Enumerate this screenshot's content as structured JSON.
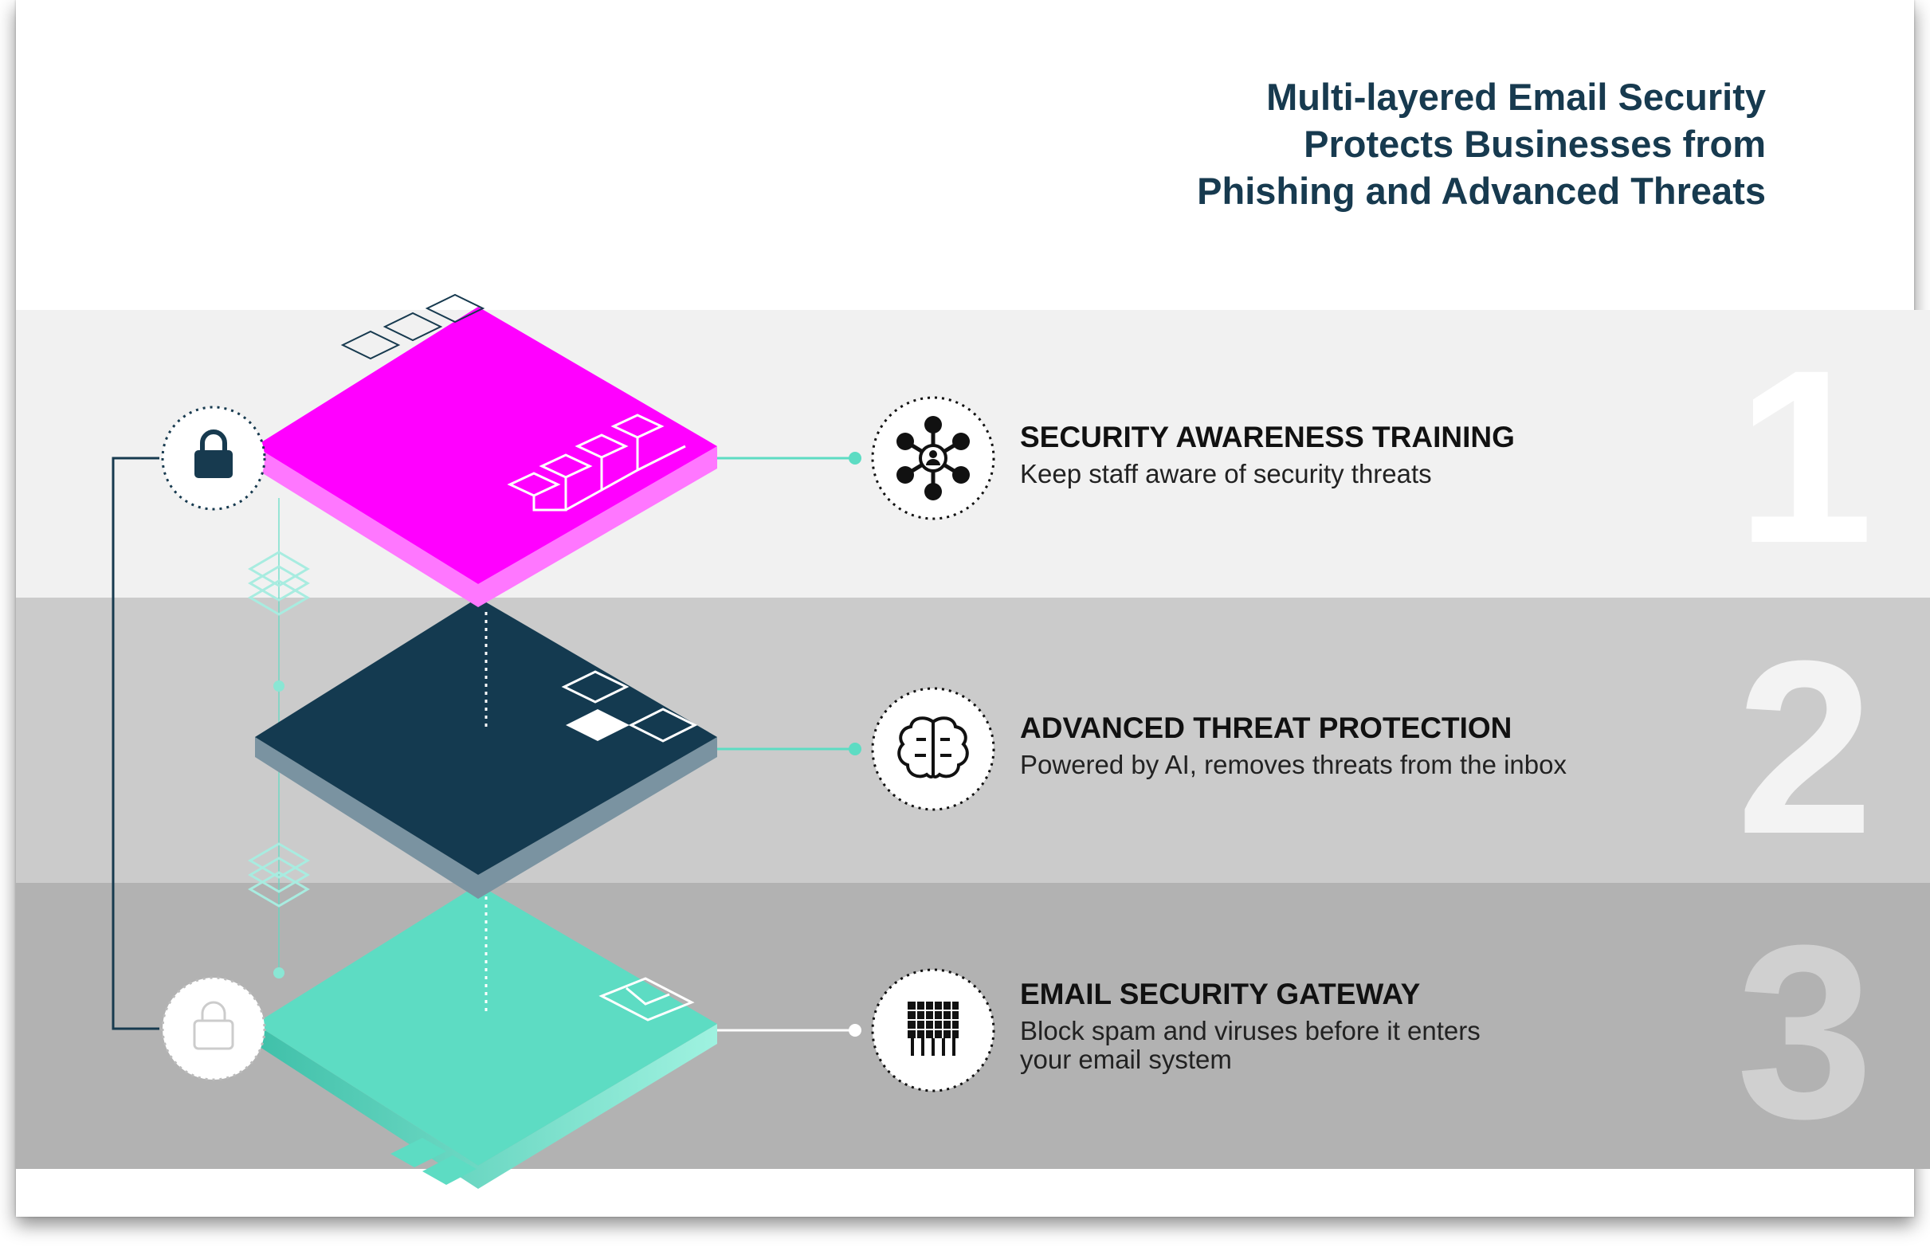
{
  "title": {
    "line1": "Multi-layered Email Security",
    "line2": "Protects Businesses from",
    "line3": "Phishing and Advanced Threats"
  },
  "layers": [
    {
      "number": "1",
      "heading": "SECURITY AWARENESS TRAINING",
      "description": "Keep staff aware of security threats",
      "icon": "network-person-icon",
      "color": "#ff00ff"
    },
    {
      "number": "2",
      "heading": "ADVANCED THREAT PROTECTION",
      "description": "Powered by AI, removes threats from the inbox",
      "icon": "brain-icon",
      "color": "#143a50"
    },
    {
      "number": "3",
      "heading": "EMAIL SECURITY GATEWAY",
      "description_line1": "Block spam and viruses before it enters",
      "description_line2": "your email system",
      "icon": "firewall-icon",
      "color": "#5ddcc3"
    }
  ],
  "colors": {
    "title": "#173a4f",
    "accent_line": "#5ddcc3",
    "band1": "#f1f1f1",
    "band2": "#cbcbcb",
    "band3": "#b2b2b2"
  }
}
